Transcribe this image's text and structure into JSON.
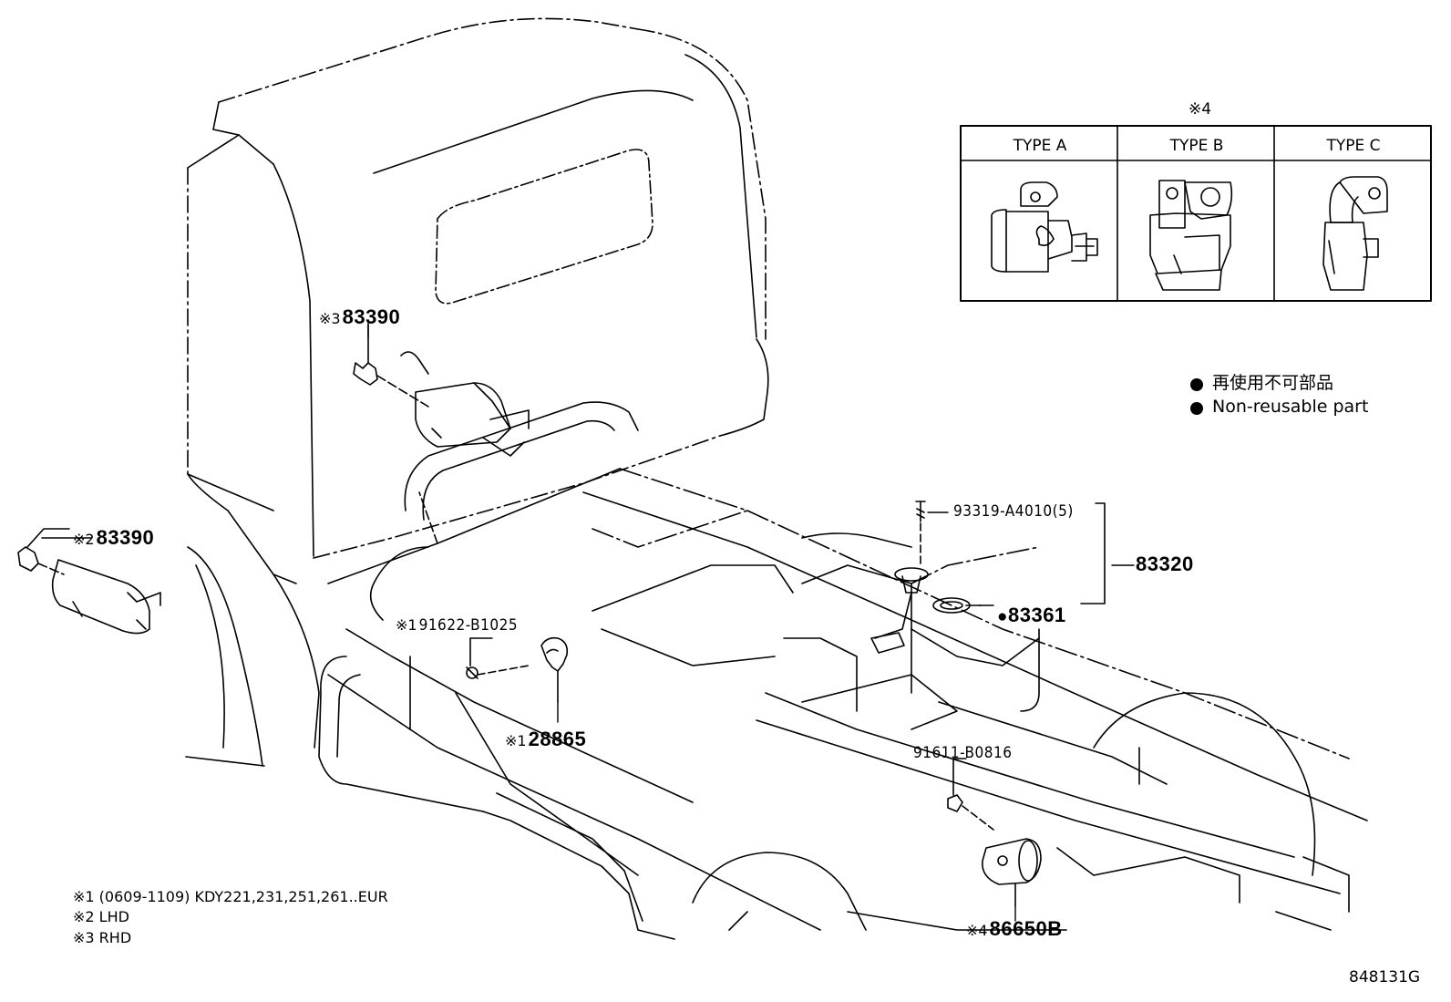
{
  "type_table": {
    "note_mark": "※4",
    "headers": [
      "TYPE A",
      "TYPE B",
      "TYPE C"
    ]
  },
  "legend": {
    "bullet": "●",
    "japanese": "再使用不可部品",
    "english": "Non-reusable part"
  },
  "callouts": [
    {
      "id": "c1",
      "mark": "※3",
      "part": "83390"
    },
    {
      "id": "c2",
      "mark": "※2",
      "part": "83390"
    },
    {
      "id": "c3",
      "mark": "※1",
      "part": "91622-B1025"
    },
    {
      "id": "c4",
      "mark": "※1",
      "part": "28865"
    },
    {
      "id": "c5",
      "mark": "",
      "part": "93319-A4010(5)"
    },
    {
      "id": "c6",
      "mark": "",
      "part": "83320"
    },
    {
      "id": "c7",
      "mark": "●",
      "part": "83361"
    },
    {
      "id": "c8",
      "mark": "",
      "part": "91611-B0816"
    },
    {
      "id": "c9",
      "mark": "※4",
      "part": "86650B"
    }
  ],
  "notes": [
    "※1 (0609-1109) KDY221,231,251,261..EUR",
    "※2 LHD",
    "※3 RHD"
  ],
  "reference_code": "848131G"
}
